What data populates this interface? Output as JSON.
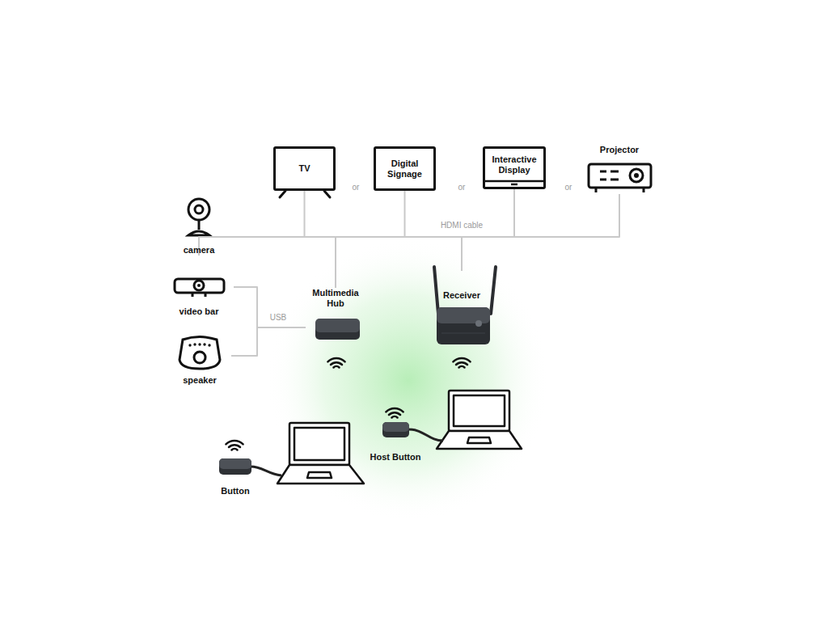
{
  "diagram": {
    "nodes": [
      {
        "text": [
          "TV"
        ]
      },
      {
        "text": [
          "Digital Signage"
        ]
      },
      {
        "text": [
          "Interactive Display"
        ]
      },
      {
        "text": [
          "Projector"
        ]
      },
      {
        "text": [
          "camera"
        ]
      },
      {
        "text": [
          "video bar"
        ]
      },
      {
        "text": [
          "Multimedia Hub"
        ]
      },
      {
        "text": [
          "Receiver"
        ]
      },
      {
        "text": [
          "speaker"
        ]
      },
      {
        "text": [
          "Host Button"
        ]
      },
      {
        "text": [
          "Button"
        ]
      }
    ],
    "edges": [
      {
        "from": 0,
        "to": 7,
        "arrow": "none"
      },
      {
        "from": 1,
        "to": 7,
        "arrow": "none"
      },
      {
        "from": 2,
        "to": 7,
        "arrow": "none"
      },
      {
        "from": 3,
        "to": 7,
        "arrow": "none"
      },
      {
        "from": 4,
        "to": 6,
        "arrow": "none"
      },
      {
        "from": 5,
        "to": 6,
        "arrow": "none"
      },
      {
        "from": 8,
        "to": 6,
        "arrow": "none"
      }
    ],
    "labels": [
      "or",
      "or",
      "or",
      "HDMI cable",
      "USB"
    ]
  }
}
